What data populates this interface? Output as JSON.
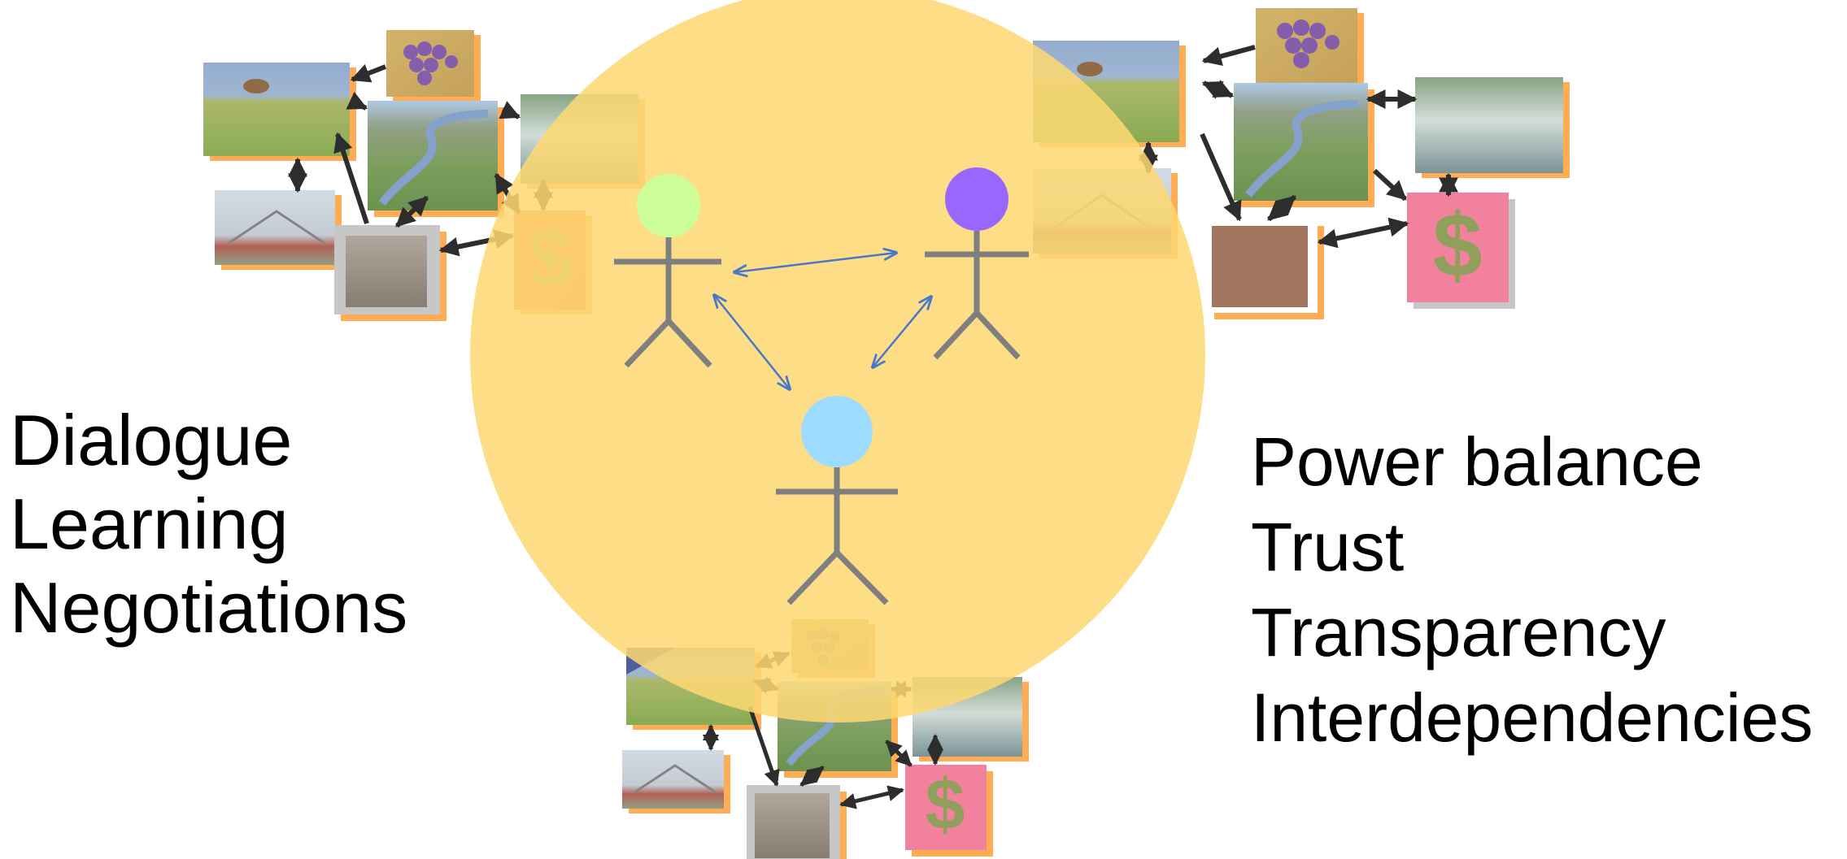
{
  "left_list": [
    "Dialogue",
    "Learning",
    "Negotiations"
  ],
  "right_list": [
    "Power balance",
    "Trust",
    "Transparency",
    "Interdependencies"
  ],
  "colors": {
    "circle": "#fdd972",
    "head_left": "#ccff99",
    "head_right": "#9966ff",
    "head_bottom": "#9edcff",
    "stick_body": "#7f7f7f",
    "actor_arrow": "#4a78c8",
    "tile_shadow": "#ff9a30",
    "link_arrow": "#000000"
  },
  "icons": [
    "grapes-tile",
    "landscape-tile",
    "river-valley-tile",
    "waterfall-tile",
    "bridge-tile",
    "people-crowd-tile",
    "dollar-sign-tile"
  ]
}
